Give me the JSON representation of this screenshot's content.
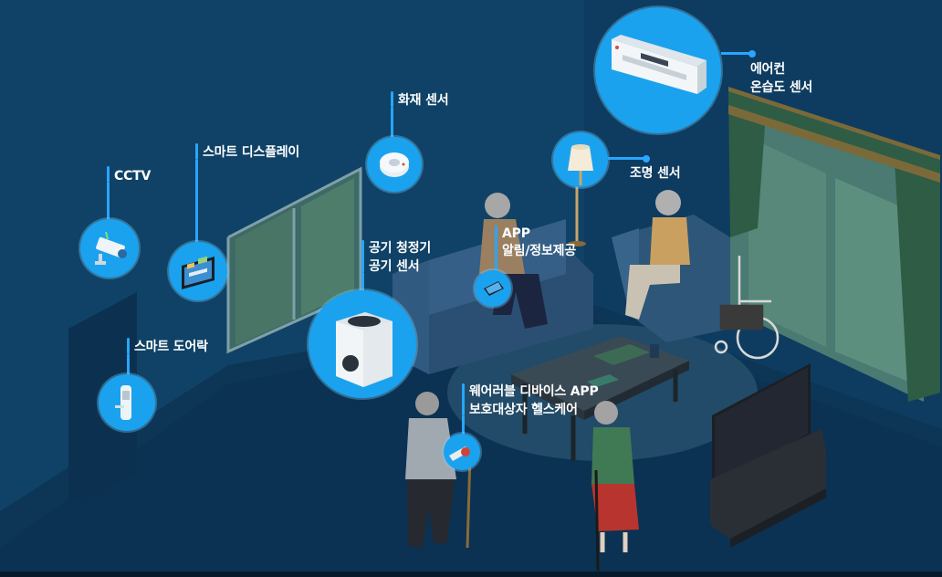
{
  "labels": {
    "cctv": "CCTV",
    "smart_display": "스마트 디스플레이",
    "fire_sensor": "화재 센서",
    "aircon": [
      "에어컨",
      "온습도 센서"
    ],
    "light_sensor": "조명 센서",
    "app": [
      "APP",
      "알림/정보제공"
    ],
    "air_purifier": [
      "공기 청정기",
      "공기 센서"
    ],
    "smart_doorlock": "스마트 도어락",
    "wearable": [
      "웨어러블 디바이스 APP",
      "보호대상자 헬스케어"
    ]
  },
  "icons": [
    "cctv-camera-icon",
    "smart-display-icon",
    "fire-sensor-icon",
    "air-conditioner-icon",
    "floor-lamp-icon",
    "tablet-app-icon",
    "air-purifier-icon",
    "smart-doorlock-icon",
    "wearable-watch-icon"
  ],
  "colors": {
    "accent": "#29a6ff",
    "icon_circle": "#1aa2ee",
    "wall": "#0f4266",
    "floor": "#0c3556"
  }
}
